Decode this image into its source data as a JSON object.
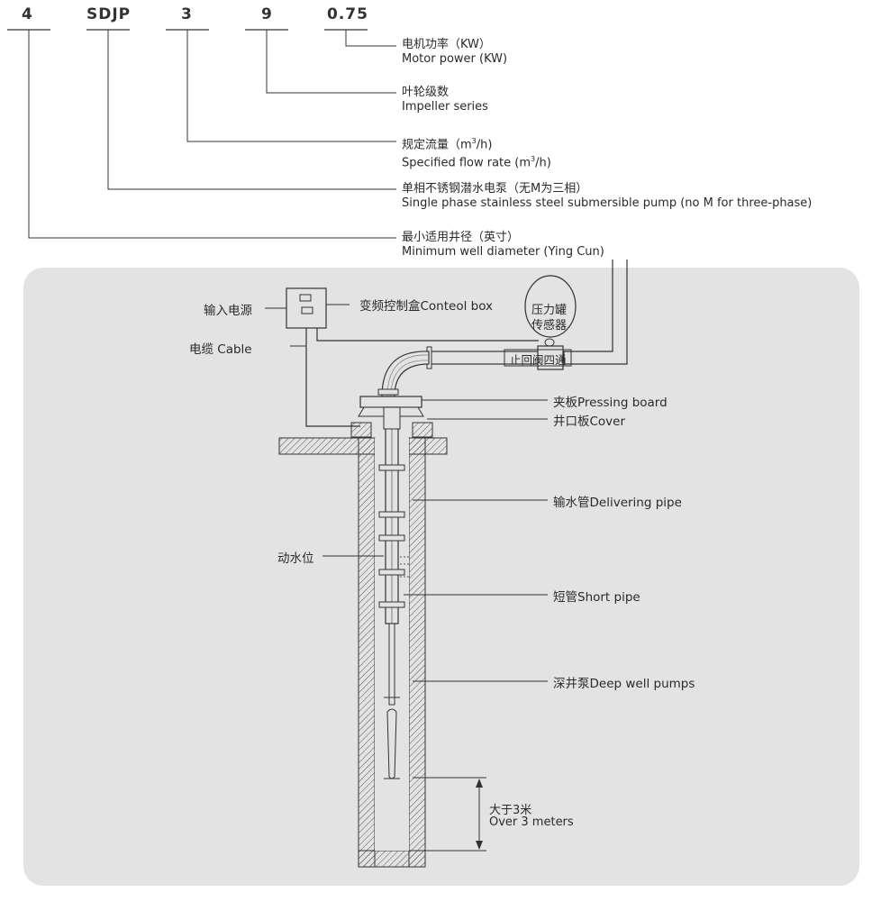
{
  "model_code": {
    "parts": [
      "4",
      "SDJP",
      "3",
      "9",
      "0.75"
    ]
  },
  "legend": {
    "motor_power": {
      "cn": "电机功率（KW）",
      "en": "Motor power (KW)"
    },
    "impeller": {
      "cn": "叶轮级数",
      "en": "Impeller series"
    },
    "flow": {
      "cn_prefix": "规定流量（m",
      "cn_sup": "3",
      "cn_suffix": "/h)",
      "en_prefix": "Specified flow rate (m",
      "en_sup": "3",
      "en_suffix": "/h)"
    },
    "pump_type": {
      "cn": "单相不锈钢潜水电泵（无M为三相）",
      "en": "Single phase stainless steel submersible pump (no M for three-phase)"
    },
    "well_diameter": {
      "cn": "最小适用井径（英寸）",
      "en": "Minimum well diameter (Ying Cun)"
    }
  },
  "diagram": {
    "power_input": "输入电源",
    "control_box": "变频控制盒Conteol box",
    "cable": "电缆 Cable",
    "pressure_tank_line1": "压力罐",
    "pressure_tank_line2": "传感器",
    "check_valve": "止回阀四通",
    "pressing_board": "夹板Pressing board",
    "cover": "井口板Cover",
    "delivering_pipe": "输水管Delivering pipe",
    "water_level": "动水位",
    "short_pipe": "短管Short pipe",
    "deep_well_pump": "深井泵Deep well pumps",
    "over_cn": "大于3米",
    "over_en": "Over 3 meters"
  },
  "colors": {
    "panel_bg": "#e3e3e3",
    "line": "#3a3a3a"
  }
}
